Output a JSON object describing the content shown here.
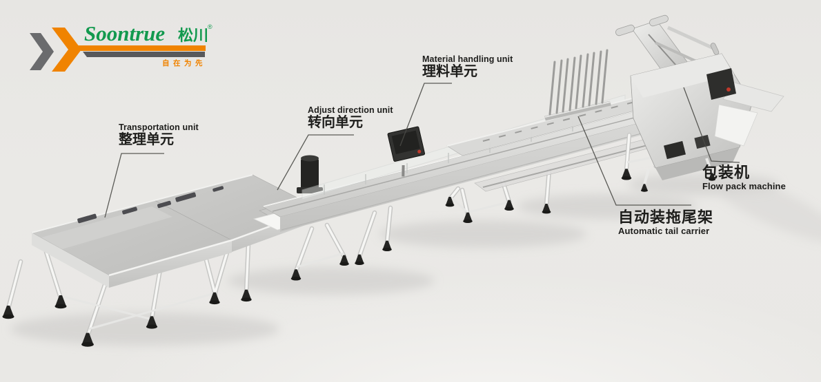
{
  "logo": {
    "brand_en": "Soontrue",
    "brand_cn": "松川",
    "registered": "®",
    "tagline": "自在为先"
  },
  "annotations": {
    "transportation": {
      "en": "Transportation unit",
      "cn": "整理单元"
    },
    "adjust_direction": {
      "en": "Adjust direction unit",
      "cn": "转向单元"
    },
    "material_handling": {
      "en": "Material handling unit",
      "cn": "理料单元"
    },
    "flow_pack": {
      "cn": "包装机",
      "en": "Flow pack machine"
    },
    "tail_carrier": {
      "cn": "自动装拖尾架",
      "en": "Automatic tail carrier"
    }
  },
  "machine_units": [
    "transportation-unit",
    "adjust-direction-unit",
    "material-handling-unit",
    "automatic-tail-carrier",
    "flow-pack-machine"
  ],
  "colors": {
    "brand_green": "#12994e",
    "brand_orange": "#f08300",
    "brand_gray": "#595a5c",
    "background": "#e9e8e5",
    "label_text": "#1d1d1b",
    "leader_line": "#4a4a46"
  }
}
